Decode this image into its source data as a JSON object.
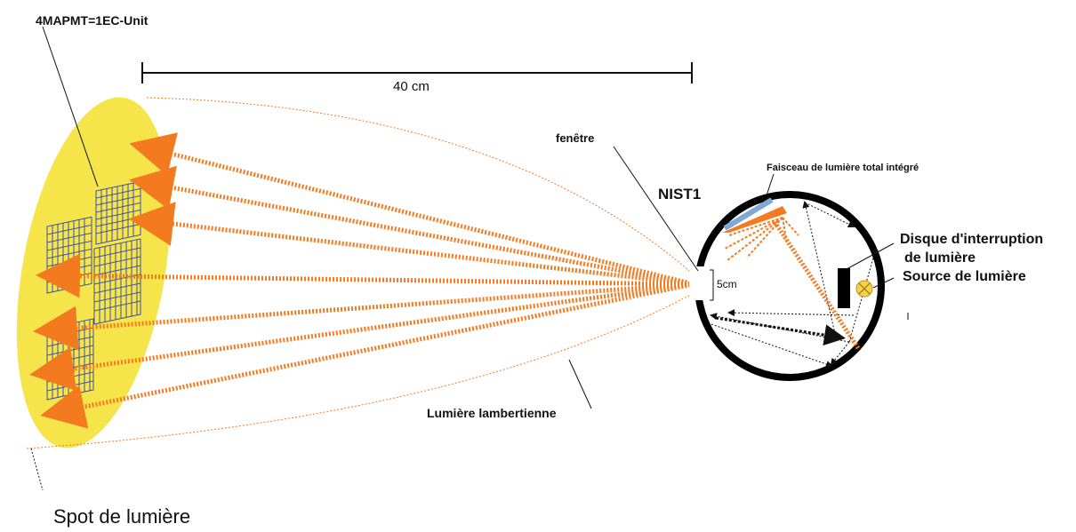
{
  "labels": {
    "unit": "4MAPMT=1EC-Unit",
    "scale": "40 cm",
    "window": "fenêtre",
    "integrated_beam": "Faisceau de lumière total intégré",
    "photodiode": "NIST1",
    "chopper_line1": "Disque d'interruption",
    "chopper_line2": "de lumière",
    "source": "Source de lumière",
    "aperture": "5cm",
    "lambertian": "Lumière lambertienne",
    "spot": "Spot de lumière"
  },
  "colors": {
    "spot": "#f5e54a",
    "ray": "#f47a20",
    "grid": "#3b4fa8",
    "sphere": "#000000",
    "diode": "#7fa8d6",
    "lamp": "#f3d24c"
  }
}
